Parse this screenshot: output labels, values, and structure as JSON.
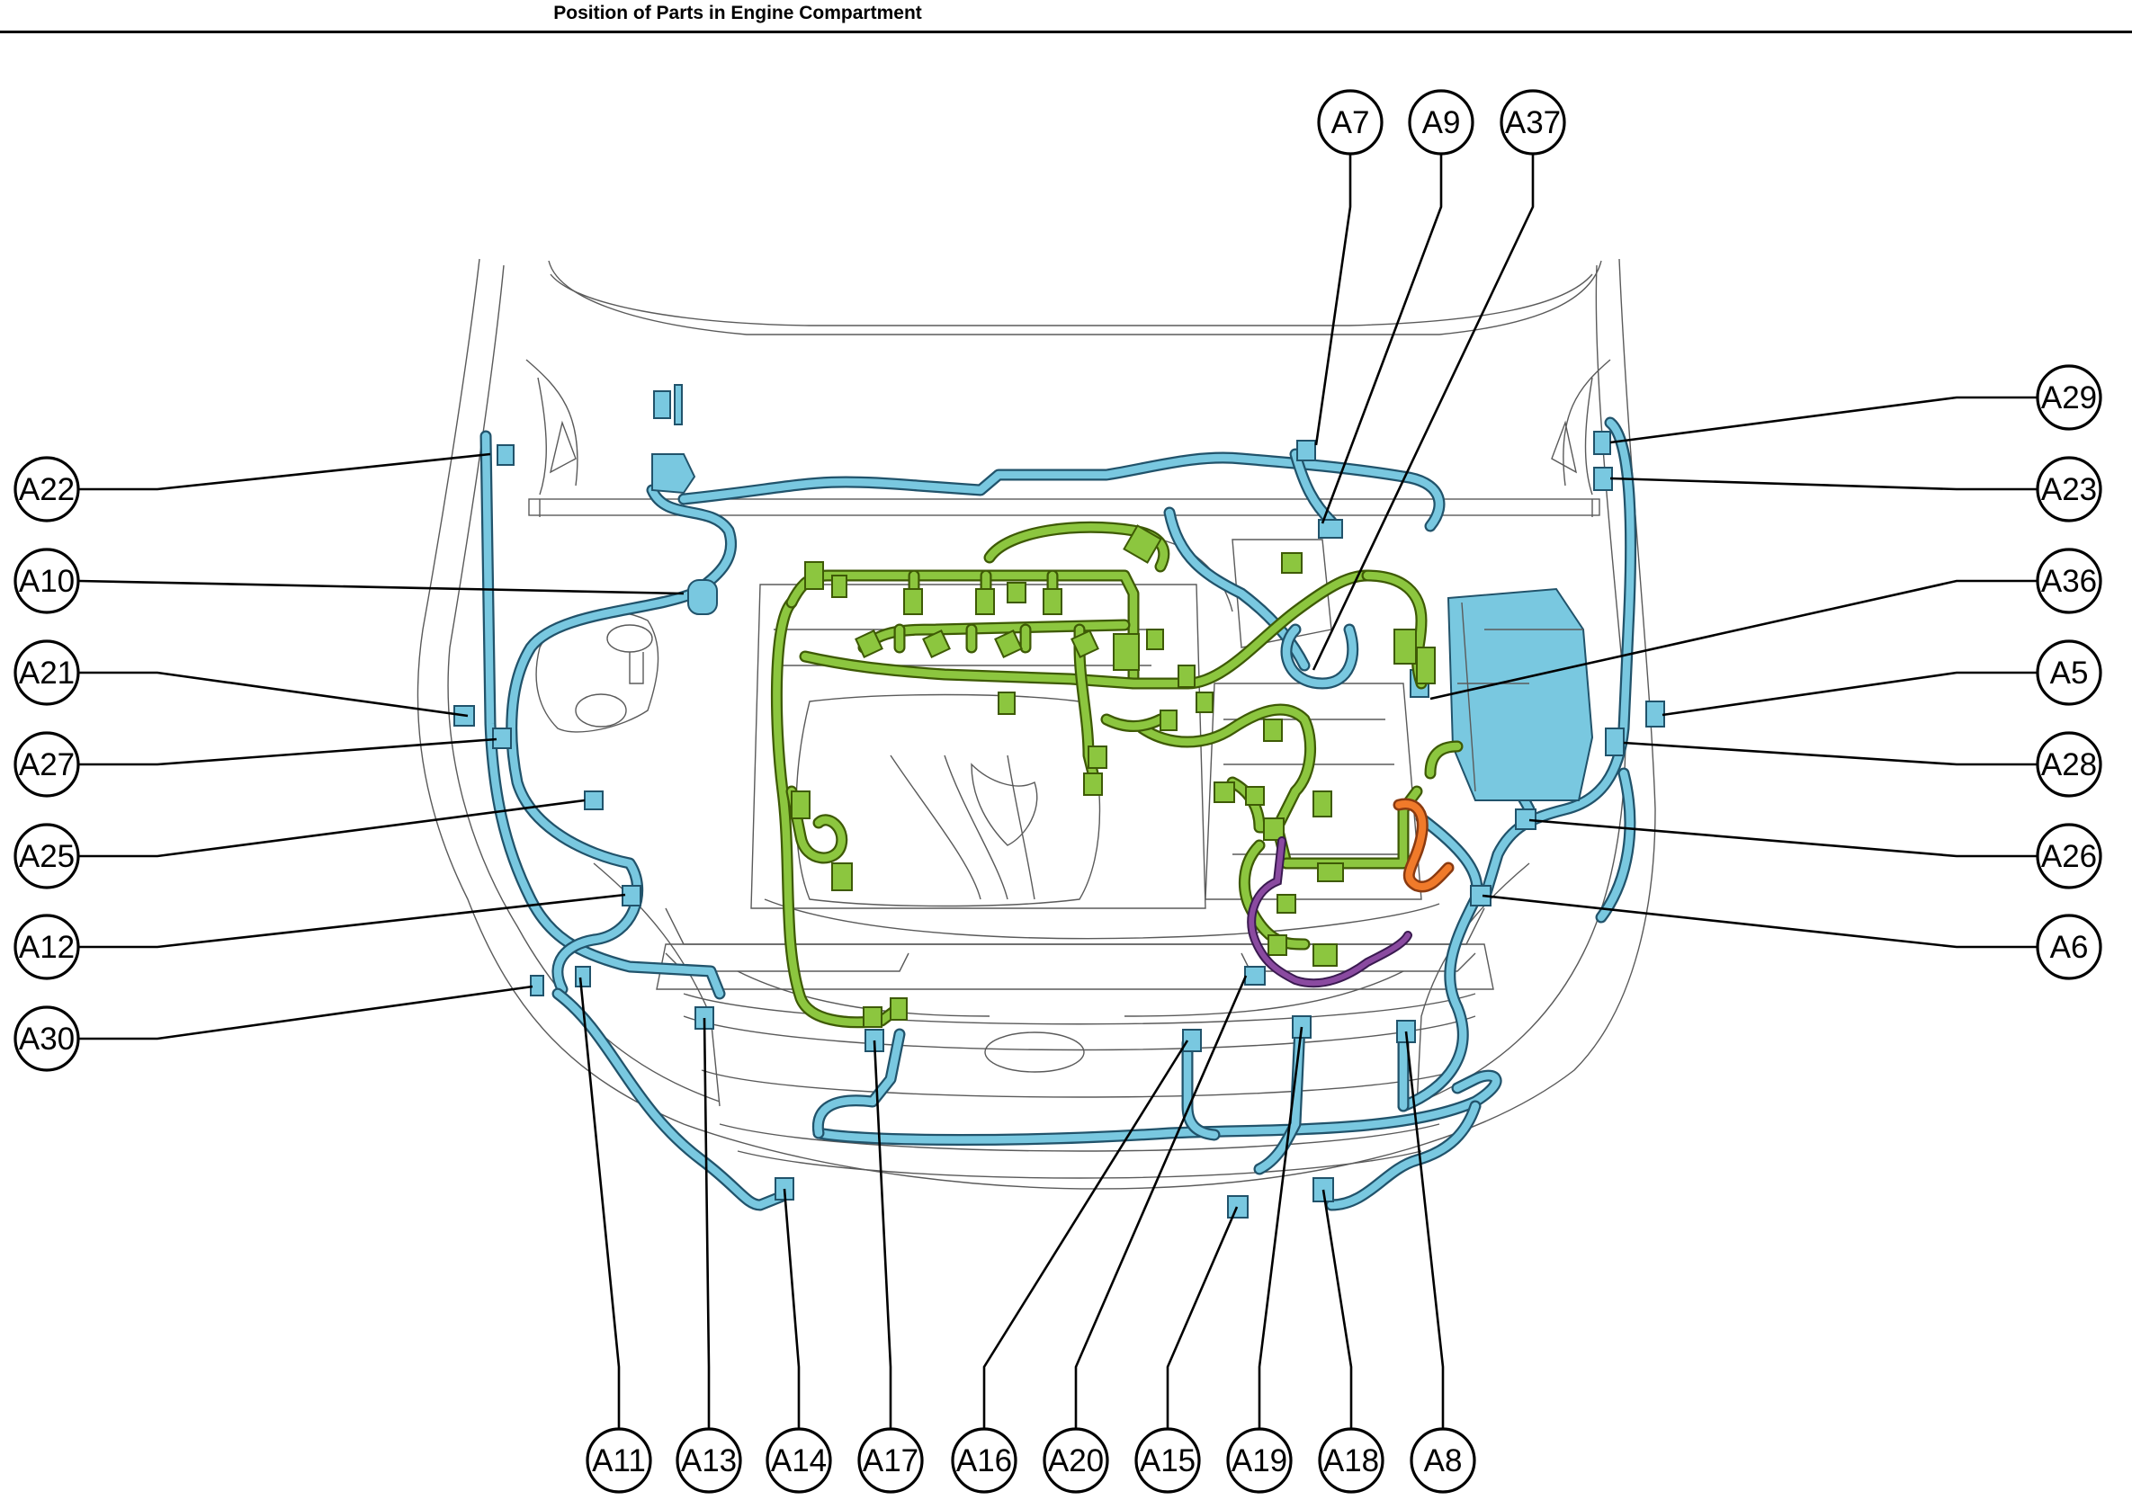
{
  "title": "Position of Parts in Engine Compartment",
  "colors": {
    "harness_blue": "#79c8e0",
    "harness_blue_edge": "#21536b",
    "harness_green": "#8cc63f",
    "harness_green_edge": "#3e5a05",
    "harness_orange": "#f07a2a",
    "harness_purple": "#8a4aa0",
    "ecu_box": "#7cc7de"
  },
  "callouts": {
    "A5": "A5",
    "A6": "A6",
    "A7": "A7",
    "A8": "A8",
    "A9": "A9",
    "A10": "A10",
    "A11": "A11",
    "A12": "A12",
    "A13": "A13",
    "A14": "A14",
    "A15": "A15",
    "A16": "A16",
    "A17": "A17",
    "A18": "A18",
    "A19": "A19",
    "A20": "A20",
    "A21": "A21",
    "A22": "A22",
    "A23": "A23",
    "A25": "A25",
    "A26": "A26",
    "A27": "A27",
    "A28": "A28",
    "A29": "A29",
    "A30": "A30",
    "A36": "A36",
    "A37": "A37"
  }
}
